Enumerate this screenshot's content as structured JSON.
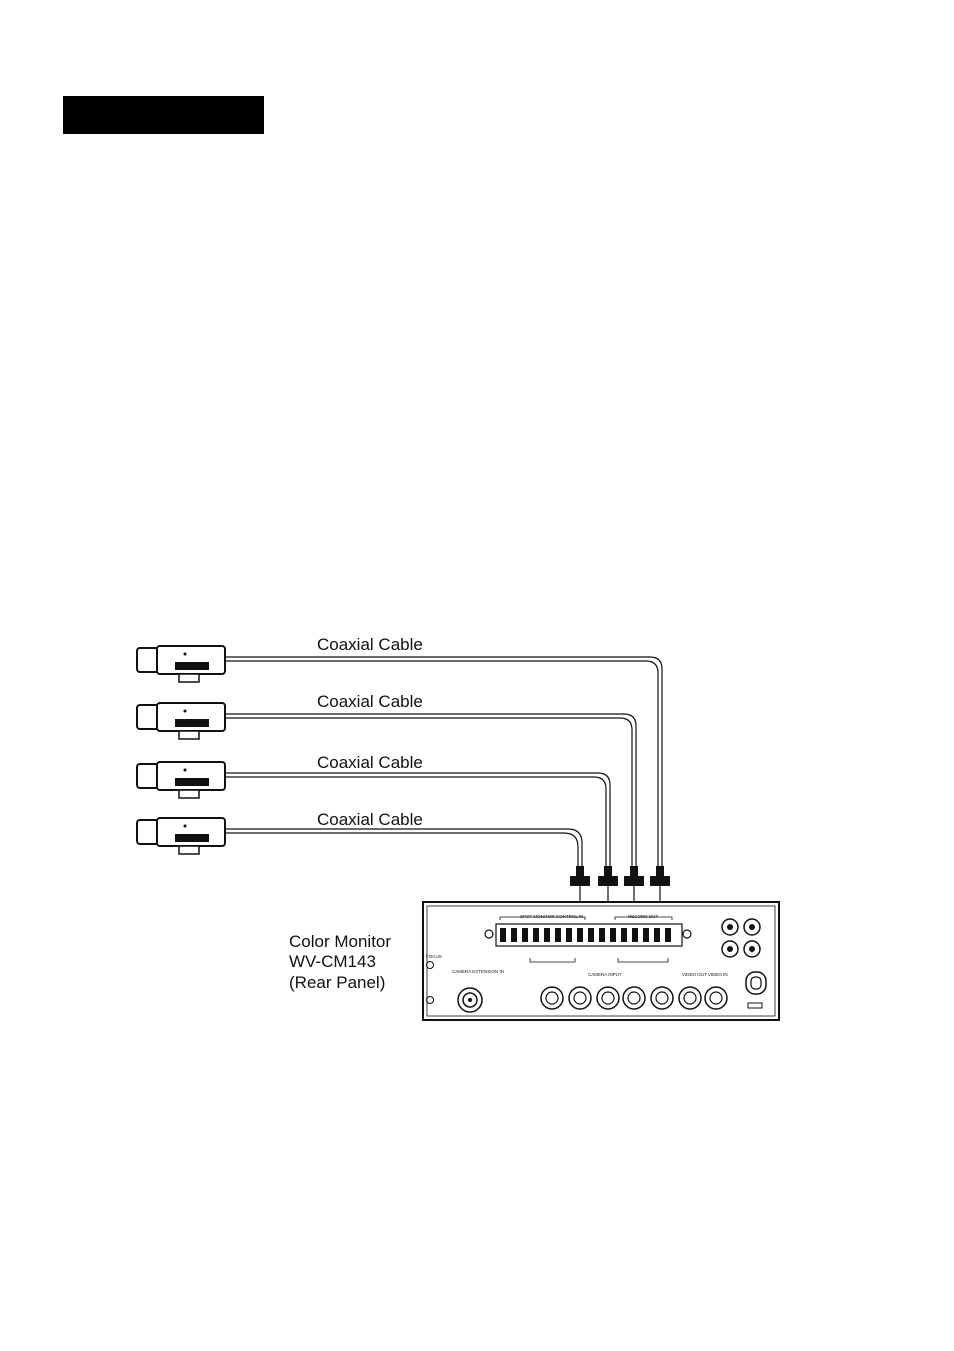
{
  "cables": [
    {
      "label": "Coaxial Cable"
    },
    {
      "label": "Coaxial Cable"
    },
    {
      "label": "Coaxial Cable"
    },
    {
      "label": "Coaxial Cable"
    }
  ],
  "monitor": {
    "line1": "Color Monitor",
    "line2": "WV-CM143",
    "line3": "(Rear Panel)"
  },
  "panel": {
    "spot_monitor_control": "SPOT MONITOR CONTROL IN",
    "record_out": "RECORD OUT",
    "camera_extension_in": "CAMERA EXTENSION IN",
    "camera_input": "CAMERA INPUT",
    "video_out_video_in": "VIDEO OUT  VIDEO IN",
    "focus": "FOCUS"
  }
}
